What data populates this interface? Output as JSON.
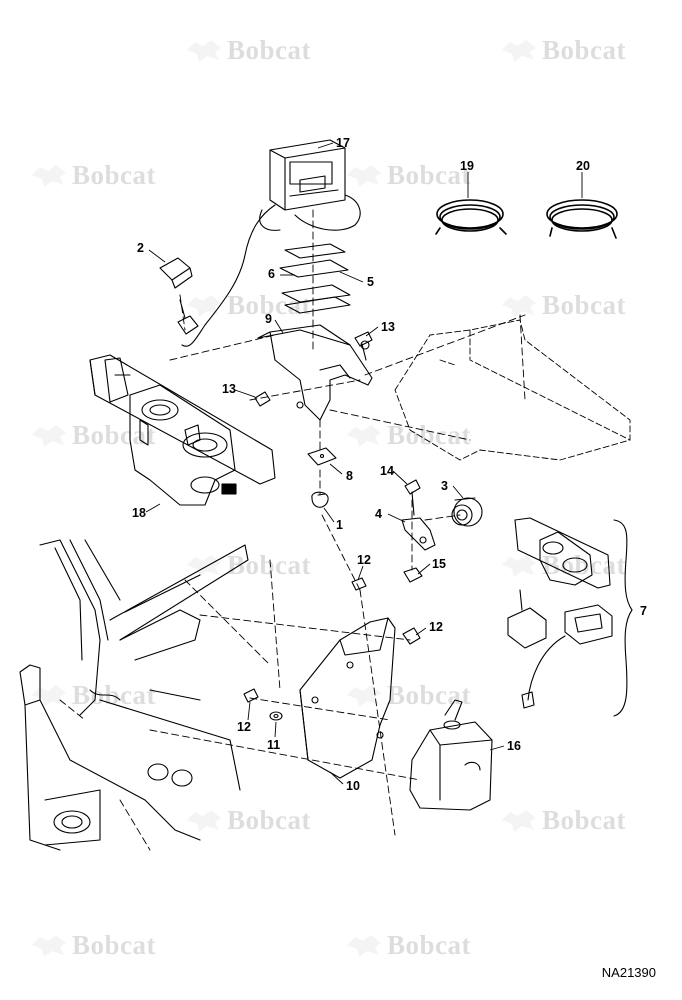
{
  "drawing_code": "NA21390",
  "watermark": {
    "text": "Bobcat",
    "icon": "bobcat-logo-icon"
  },
  "callouts": [
    "1",
    "2",
    "3",
    "4",
    "5",
    "6",
    "7",
    "8",
    "9",
    "10",
    "11",
    "12",
    "13",
    "14",
    "15",
    "16",
    "17",
    "18",
    "19",
    "20"
  ],
  "line_color": "#000000",
  "watermark_color": "#b0b0b0"
}
